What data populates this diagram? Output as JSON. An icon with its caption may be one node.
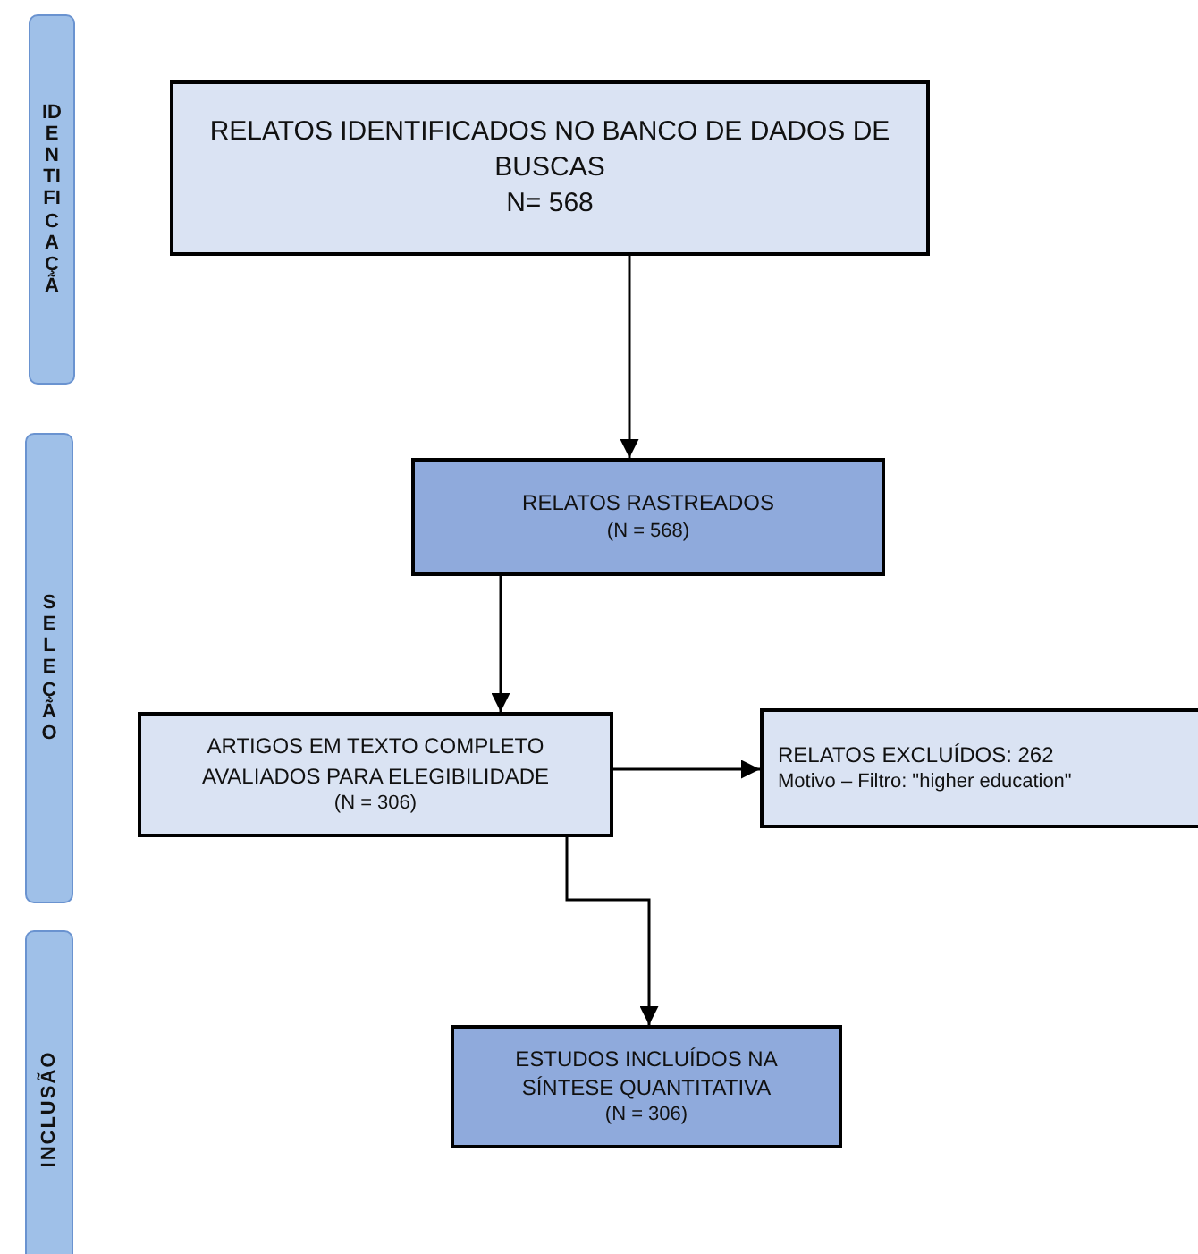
{
  "diagram": {
    "nodes": [
      {
        "text": [
          "IDENTIFICAÇÃ"
        ]
      },
      {
        "text": [
          "SELEÇÃO"
        ]
      },
      {
        "text": [
          "INCLUSÃO"
        ]
      },
      {
        "text": [
          "RELATOS IDENTIFICADOS NO BANCO DE DADOS DE BUSCAS",
          "N= 568"
        ]
      },
      {
        "text": [
          "RELATOS RASTREADOS",
          "(N = 568)"
        ]
      },
      {
        "text": [
          "ARTIGOS EM TEXTO COMPLETO AVALIADOS PARA ELEGIBILIDADE",
          "(N = 306)"
        ]
      },
      {
        "text": [
          "RELATOS EXCLUÍDOS: 262",
          "Motivo – Filtro: \"higher education\""
        ]
      },
      {
        "text": [
          "ESTUDOS INCLUÍDOS NA SÍNTESE QUANTITATIVA",
          "(N = 306)"
        ]
      }
    ],
    "edges": [
      {
        "from": 3,
        "to": 4,
        "arrow": "to"
      },
      {
        "from": 4,
        "to": 5,
        "arrow": "to"
      },
      {
        "from": 5,
        "to": 6,
        "arrow": "to"
      },
      {
        "from": 5,
        "to": 7,
        "arrow": "to"
      }
    ]
  }
}
